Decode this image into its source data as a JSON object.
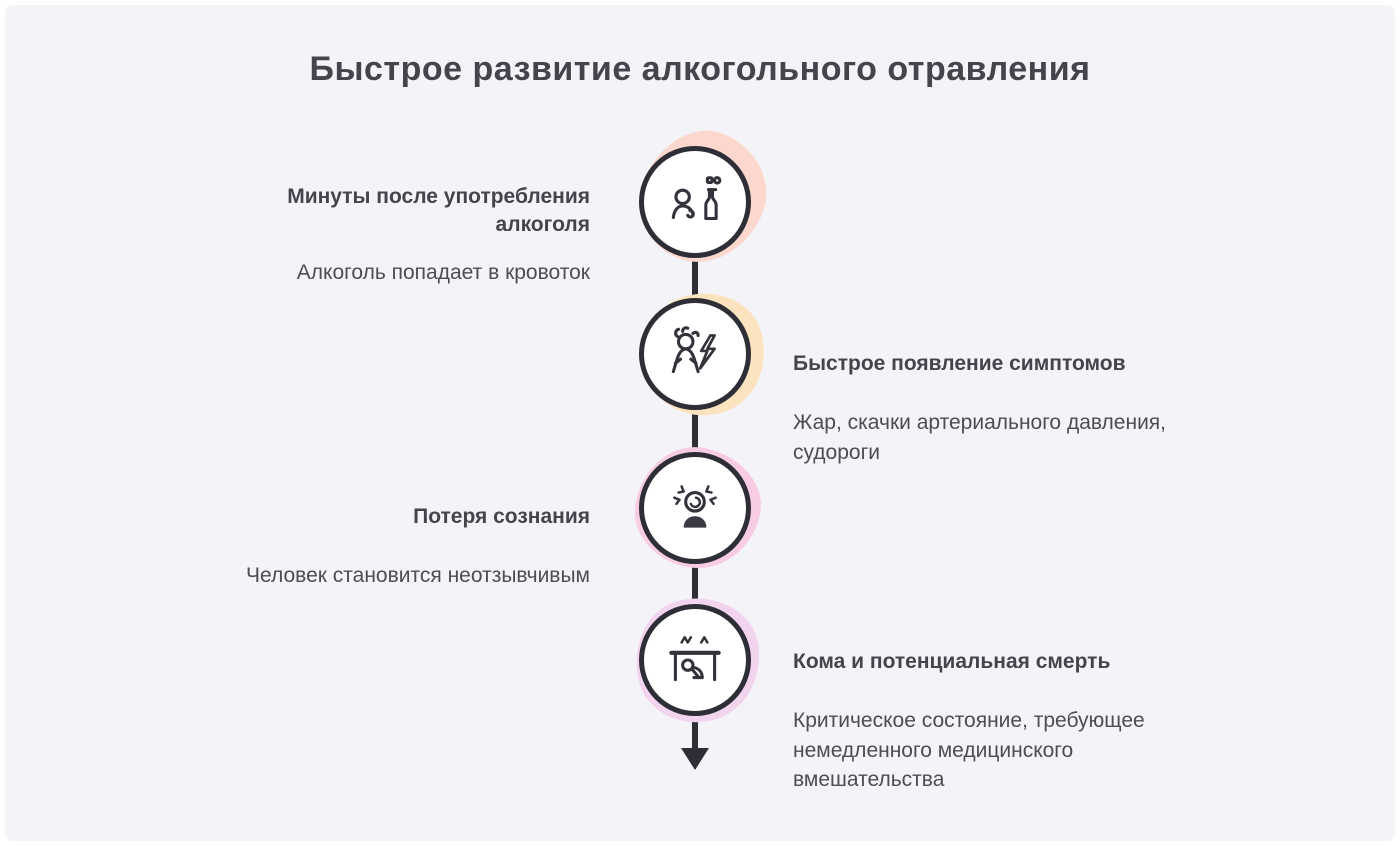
{
  "title": "Быстрое развитие алкогольного отравления",
  "colors": {
    "background": "#f4f3f8",
    "frame": "#ffffff",
    "line": "#2e2e36",
    "node_border": "#2e2e36",
    "node_fill": "#ffffff",
    "heading_text": "#44444c",
    "body_text": "#4c4c54"
  },
  "timeline": {
    "direction": "down",
    "arrow_icon": "down-arrow-icon"
  },
  "steps": [
    {
      "side": "left",
      "heading": "Минуты после употребления алкоголя",
      "body": "Алкоголь попадает в кровоток",
      "icon": "drinking-person-icon",
      "blob_color": "#fbd7cd"
    },
    {
      "side": "right",
      "heading": "Быстрое появление симптомов",
      "body": "Жар, скачки артериального давления, судороги",
      "icon": "lightning-symptoms-icon",
      "blob_color": "#fbe3bf"
    },
    {
      "side": "left",
      "heading": "Потеря сознания",
      "body": "Человек становится неотзывчивым",
      "icon": "dizzy-person-icon",
      "blob_color": "#f8cde4"
    },
    {
      "side": "right",
      "heading": "Кома и потенциальная смерть",
      "body": "Критическое состояние, требующее немедленного медицинского вмешательства",
      "icon": "collapsed-under-table-icon",
      "blob_color": "#f3d4ef"
    }
  ]
}
